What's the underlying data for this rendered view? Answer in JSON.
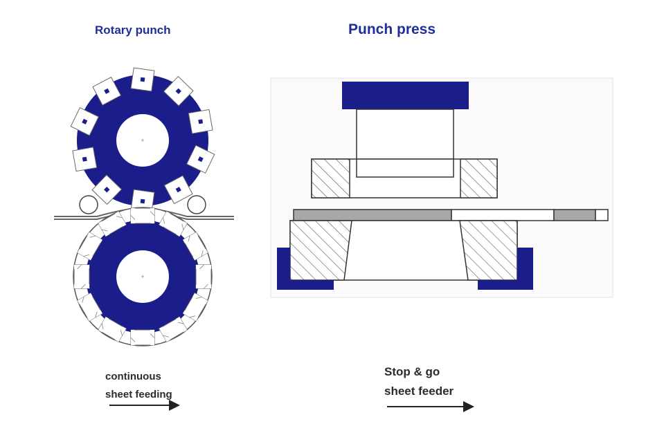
{
  "colors": {
    "accent": "#1a1d8a",
    "outline": "#333333",
    "sheet_grey": "#a8a8a8",
    "hatch": "#555555",
    "panel_bg": "#fbfbfb"
  },
  "rotary": {
    "title": "Rotary punch",
    "caption_line1": "continuous",
    "caption_line2": "sheet feeding"
  },
  "press": {
    "title": "Punch press",
    "caption_line1": "Stop & go",
    "caption_line2": "sheet feeder"
  },
  "icons": {
    "feed_arrow": "arrow-right-icon"
  }
}
